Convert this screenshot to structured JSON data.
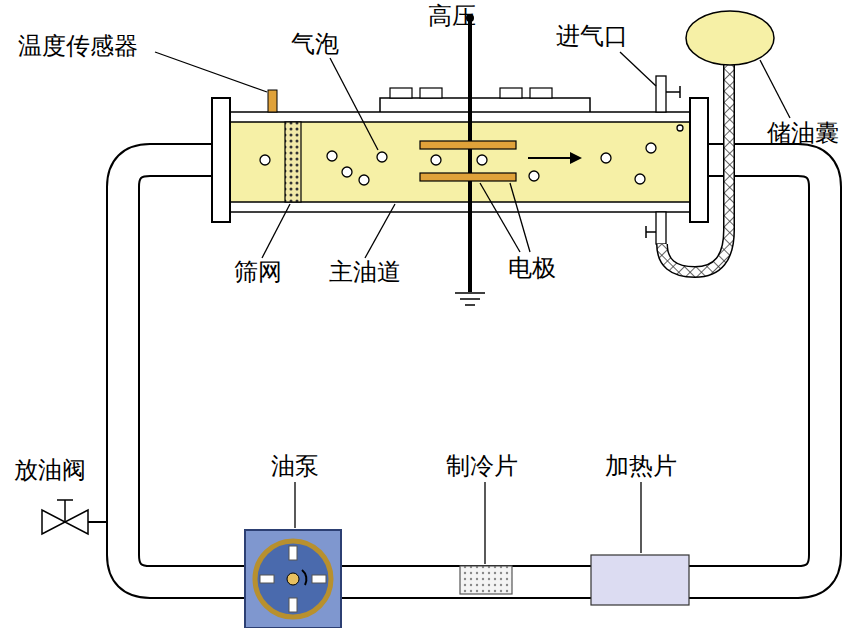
{
  "diagram": {
    "labels": [
      "高压",
      "温度传感器",
      "气泡",
      "进气口",
      "储油囊",
      "筛网",
      "主油道",
      "电极",
      "放油阀",
      "油泵",
      "制冷片",
      "加热片"
    ]
  }
}
